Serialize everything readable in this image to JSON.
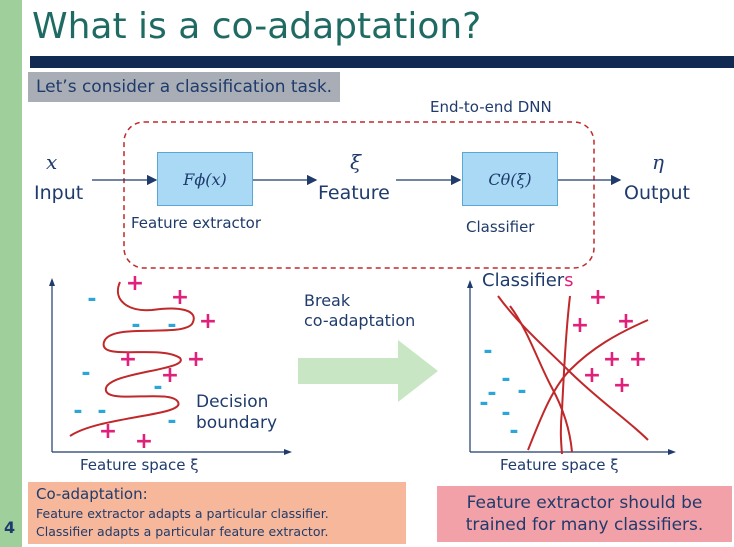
{
  "slide": {
    "title": "What is a co-adaptation?",
    "subtitle": "Let’s consider a classification task.",
    "page_number": "4"
  },
  "pipeline": {
    "dnn_label": "End-to-end DNN",
    "input_symbol": "x",
    "input_label": "Input",
    "extractor_formula": "Fϕ(x)",
    "extractor_label": "Feature extractor",
    "feature_symbol": "ξ",
    "feature_label": "Feature",
    "classifier_formula": "Cθ(ξ)",
    "classifier_label": "Classifier",
    "output_symbol": "η",
    "output_label": "Output"
  },
  "left_plot": {
    "axis_label": "Feature space ξ",
    "boundary_label_line1": "Decision",
    "boundary_label_line2": "boundary"
  },
  "middle": {
    "arrow_label_line1": "Break",
    "arrow_label_line2": "co-adaptation"
  },
  "right_plot": {
    "title_part1": "Classifier",
    "title_part2": "s",
    "axis_label": "Feature space ξ"
  },
  "coadaptation_box": {
    "heading": "Co-adaptation:",
    "line1": "Feature extractor adapts a particular classifier.",
    "line2": "Classifier adapts a particular feature extractor."
  },
  "conclusion_box": {
    "line1": "Feature extractor should be",
    "line2": "trained for many classifiers."
  },
  "colors": {
    "title": "#1f6b63",
    "title_bar": "#102a52",
    "plus": "#e0207a",
    "minus": "#2aa6d9",
    "boundary": "#c0282a",
    "text": "#1f3b6c"
  },
  "symbols": {
    "plus": "+",
    "minus": "-"
  }
}
